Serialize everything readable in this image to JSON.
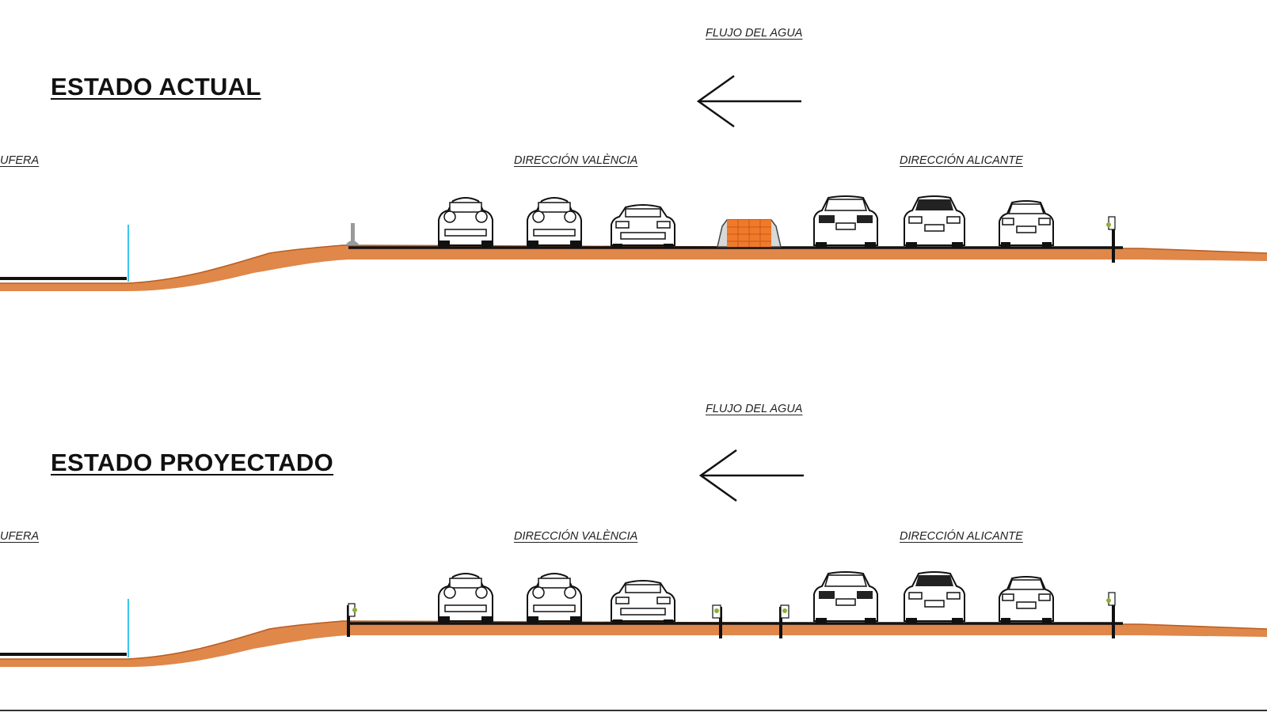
{
  "sections": [
    {
      "title": "ESTADO ACTUAL",
      "flow_label": "FLUJO DEL AGUA",
      "left_label": "UFERA",
      "valencia_label": "DIRECCIÓN VALÈNCIA",
      "alicante_label": "DIRECCIÓN ALICANTE",
      "median": "new-jersey-barrier"
    },
    {
      "title": "ESTADO PROYECTADO",
      "flow_label": "FLUJO DEL AGUA",
      "left_label": "UFERA",
      "valencia_label": "DIRECCIÓN VALÈNCIA",
      "alicante_label": "DIRECCIÓN ALICANTE",
      "median": "guardrail-posts"
    }
  ],
  "colors": {
    "embankment": "#e0874a",
    "embankment_dark": "#b85c22",
    "barrier": "#f07a2a",
    "water_marker": "#38c6ee",
    "line": "#111111"
  },
  "icons": {
    "flow_arrow": "arrow-left-icon",
    "car": "car-icon"
  }
}
